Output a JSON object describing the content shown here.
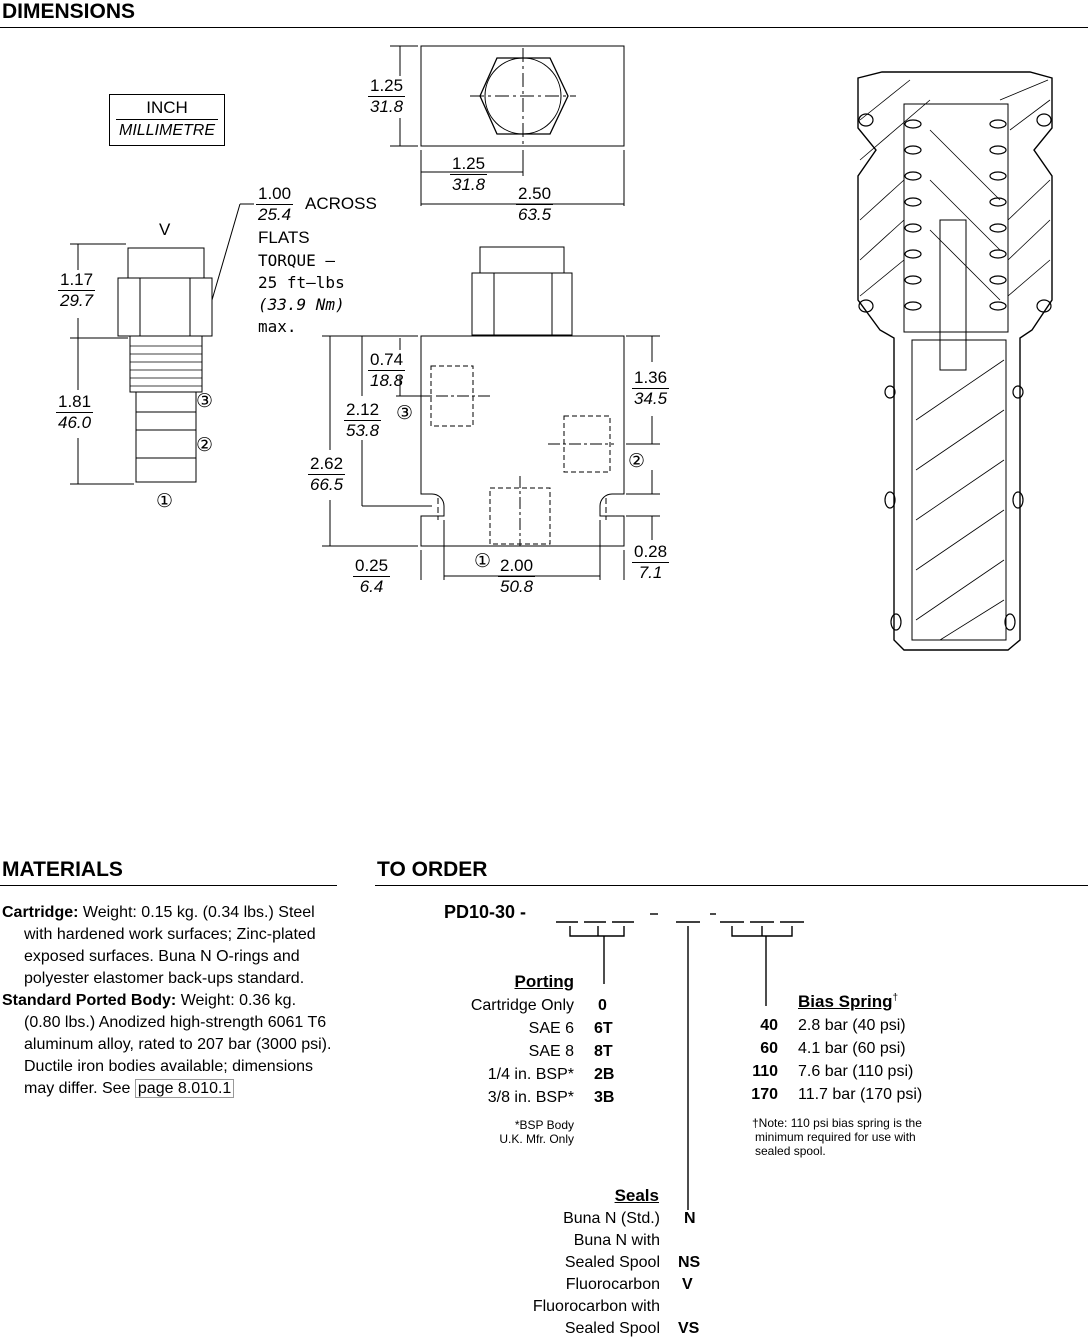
{
  "dimensions": {
    "header": "DIMENSIONS",
    "units_inch": "INCH",
    "units_mm": "MILLIMETRE",
    "v_label": "V",
    "across_flats": {
      "in": "1.00",
      "mm": "25.4",
      "label1": "ACROSS",
      "label2": "FLATS"
    },
    "torque": [
      "TORQUE –",
      "25 ft–lbs",
      "(33.9 Nm)",
      "max."
    ],
    "dims": {
      "top_h": {
        "in": "1.25",
        "mm": "31.8"
      },
      "top_center": {
        "in": "1.25",
        "mm": "31.8"
      },
      "top_w": {
        "in": "2.50",
        "mm": "63.5"
      },
      "cart_hex": {
        "in": "1.17",
        "mm": "29.7"
      },
      "cart_body": {
        "in": "1.81",
        "mm": "46.0"
      },
      "port3_h": {
        "in": "0.74",
        "mm": "18.8"
      },
      "port3_d": {
        "in": "2.12",
        "mm": "53.8"
      },
      "body_h": {
        "in": "2.62",
        "mm": "66.5"
      },
      "port2_h": {
        "in": "1.36",
        "mm": "34.5"
      },
      "left_edge": {
        "in": "0.25",
        "mm": "6.4"
      },
      "mount_w": {
        "in": "2.00",
        "mm": "50.8"
      },
      "right_edge": {
        "in": "0.28",
        "mm": "7.1"
      }
    },
    "port_labels": [
      "①",
      "②",
      "③"
    ]
  },
  "materials": {
    "header": "MATERIALS",
    "cartridge_label": "Cartridge:",
    "cartridge_text": "Weight: 0.15 kg. (0.34 lbs.) Steel with hardened work surfaces; Zinc-plated exposed surfaces. Buna N O-rings and polyester elastomer back-ups standard.",
    "body_label": "Standard Ported Body:",
    "body_text": "Weight: 0.36 kg. (0.80 lbs.) Anodized high-strength 6061 T6 aluminum alloy, rated to 207 bar (3000 psi). Ductile iron bodies available; dimensions may differ. See",
    "page_link": "page 8.010.1"
  },
  "order": {
    "header": "TO ORDER",
    "model": "PD10-30 -",
    "porting_title": "Porting",
    "porting": [
      {
        "label": "Cartridge Only",
        "code": "0"
      },
      {
        "label": "SAE 6",
        "code": "6T"
      },
      {
        "label": "SAE 8",
        "code": "8T"
      },
      {
        "label": "1/4 in. BSP*",
        "code": "2B"
      },
      {
        "label": "3/8 in. BSP*",
        "code": "3B"
      }
    ],
    "bsp_note": [
      "*BSP Body",
      "U.K. Mfr. Only"
    ],
    "bias_title": "Bias Spring",
    "bias_dagger": "†",
    "bias": [
      {
        "code": "40",
        "label": "2.8 bar (40 psi)"
      },
      {
        "code": "60",
        "label": "4.1 bar (60 psi)"
      },
      {
        "code": "110",
        "label": "7.6 bar (110 psi)"
      },
      {
        "code": "170",
        "label": "11.7 bar (170 psi)"
      }
    ],
    "bias_note": [
      "†Note: 110 psi bias spring is the",
      "minimum required for use with",
      "sealed spool."
    ],
    "seals_title": "Seals",
    "seals": [
      {
        "label": [
          "Buna N (Std.)"
        ],
        "code": "N"
      },
      {
        "label": [
          "Buna N with",
          "Sealed Spool"
        ],
        "code": "NS"
      },
      {
        "label": [
          "Fluorocarbon"
        ],
        "code": "V"
      },
      {
        "label": [
          "Fluorocarbon with",
          "Sealed Spool"
        ],
        "code": "VS"
      }
    ]
  }
}
